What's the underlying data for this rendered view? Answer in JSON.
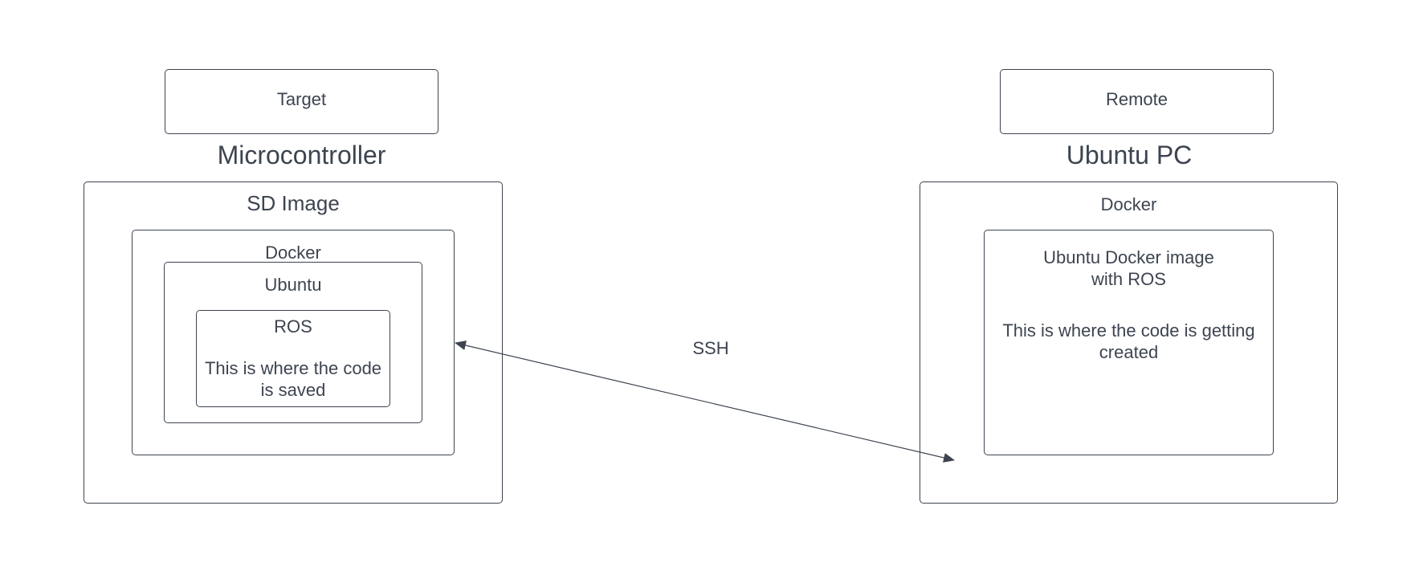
{
  "left": {
    "role_label": "Target",
    "device_title": "Microcontroller",
    "sd_image_label": "SD Image",
    "docker_label": "Docker",
    "ubuntu_label": "Ubuntu",
    "ros_label": "ROS",
    "ros_note": "This is where the code\nis saved"
  },
  "right": {
    "role_label": "Remote",
    "device_title": "Ubuntu PC",
    "docker_label": "Docker",
    "image_label": "Ubuntu Docker image\nwith ROS",
    "image_note": "This is where the code is getting\ncreated"
  },
  "connection": {
    "label": "SSH",
    "bidirectional": true,
    "color": "#3d4450"
  }
}
